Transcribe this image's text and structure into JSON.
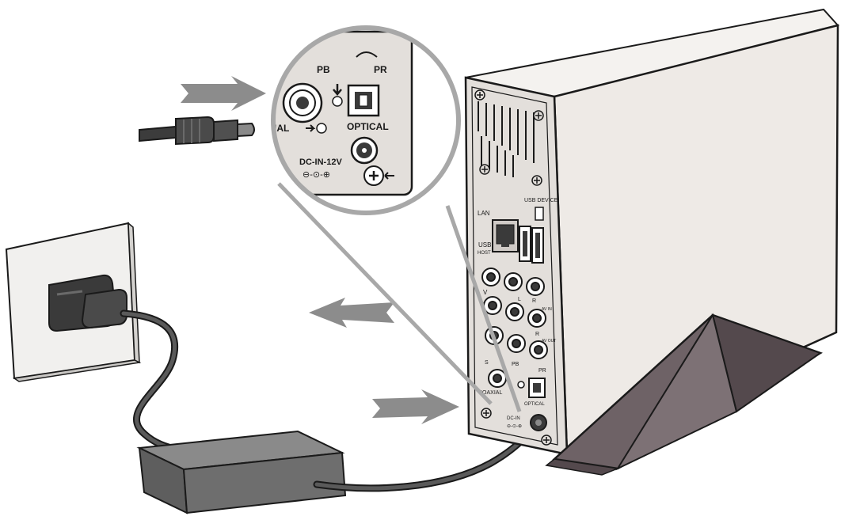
{
  "colors": {
    "line": "#1a1a1a",
    "device_body": "#eeeae6",
    "device_shadow": "#d9d4cf",
    "panel": "#e3dfdb",
    "stand": "#6e6266",
    "stand_dark": "#54494d",
    "adapter_top": "#8a8a8a",
    "adapter_side": "#6e6e6e",
    "cable": "#5a5a5a",
    "arrow": "#8c8c8c",
    "wall": "#f1f0ee"
  },
  "icons": {
    "arrow_in_top": "right-arrow",
    "arrow_out_mid": "left-arrow",
    "arrow_in_bottom": "right-arrow",
    "screw": "screw-icon"
  },
  "zoom": {
    "pb": "PB",
    "pr": "PR",
    "coaxial": "XIAL",
    "optical": "OPTICAL",
    "dc_in": "DC-IN-12V",
    "polarity": "⊖-⊙-⊕"
  },
  "panel": {
    "usb_device": "USB DEVICE",
    "lan": "LAN",
    "usb": "USB",
    "host": "HOST",
    "v": "V",
    "l": "L",
    "r": "R",
    "av_in": "AV IN",
    "av_out": "AV OUT",
    "pb": "PB",
    "pr": "PR",
    "s": "S",
    "coaxial": "COAXIAL",
    "optical": "OPTICAL",
    "dc_in": "DC-IN",
    "polarity": "⊖-⊙-⊕"
  }
}
